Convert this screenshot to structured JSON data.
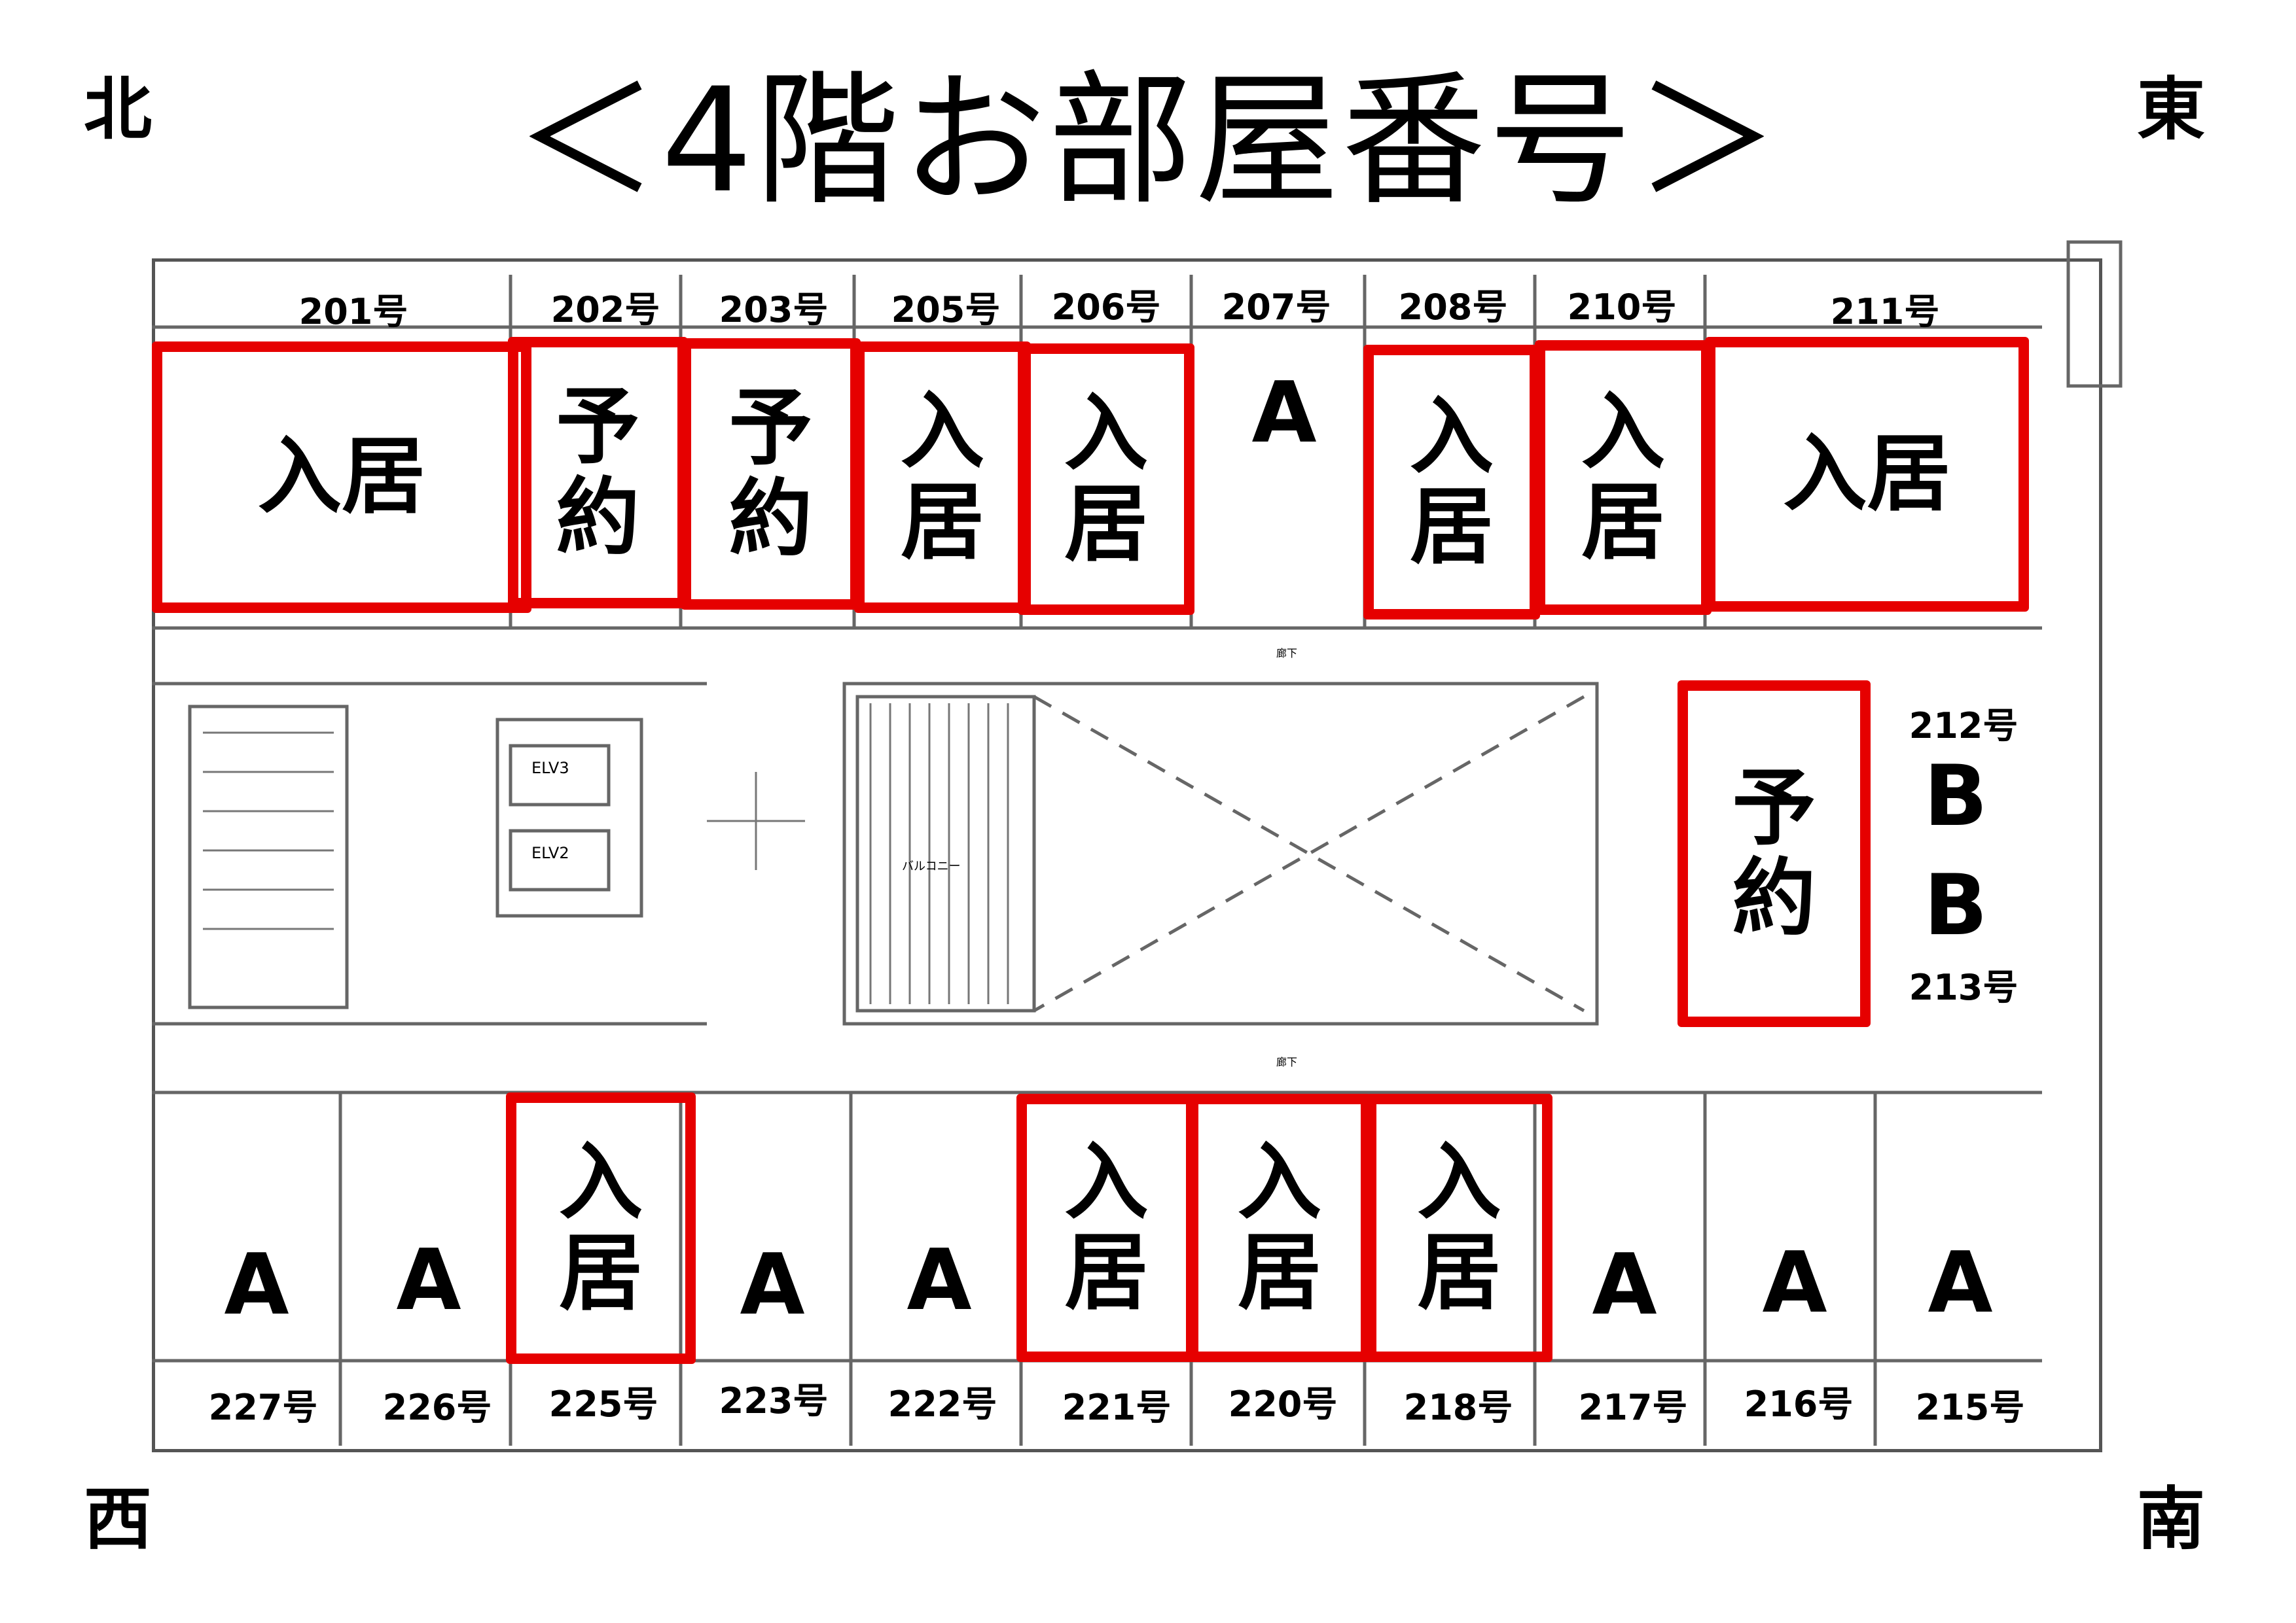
{
  "title": "＜4階お部屋番号＞",
  "compass": {
    "north": "北",
    "east": "東",
    "west": "西",
    "south": "南"
  },
  "plan_labels": {
    "elv3": "ELV3",
    "elv2": "ELV2",
    "balcony": "バルコニー",
    "corridor": "廊下"
  },
  "rooms_north": [
    "201号",
    "202号",
    "203号",
    "205号",
    "206号",
    "207号",
    "208号",
    "210号",
    "211号"
  ],
  "rooms_east": [
    "212号",
    "213号"
  ],
  "rooms_south": [
    "227号",
    "226号",
    "225号",
    "223号",
    "222号",
    "221号",
    "220号",
    "218号",
    "217号",
    "216号",
    "215号"
  ],
  "status": {
    "r201": "入居",
    "r202_1": "予",
    "r202_2": "約",
    "r203_1": "予",
    "r203_2": "約",
    "r205_1": "入",
    "r205_2": "居",
    "r206_1": "入",
    "r206_2": "居",
    "r207": "A",
    "r208_1": "入",
    "r208_2": "居",
    "r210_1": "入",
    "r210_2": "居",
    "r211": "入居",
    "r212_13_1": "予",
    "r212_13_2": "約",
    "r212": "B",
    "r213": "B",
    "r227": "A",
    "r226": "A",
    "r225_1": "入",
    "r225_2": "居",
    "r223": "A",
    "r222": "A",
    "r221_1": "入",
    "r221_2": "居",
    "r220_1": "入",
    "r220_2": "居",
    "r218_1": "入",
    "r218_2": "居",
    "r217": "A",
    "r216": "A",
    "r215": "A"
  },
  "colors": {
    "status_border": "#e60000",
    "plan_line": "#555555",
    "background": "#ffffff"
  }
}
